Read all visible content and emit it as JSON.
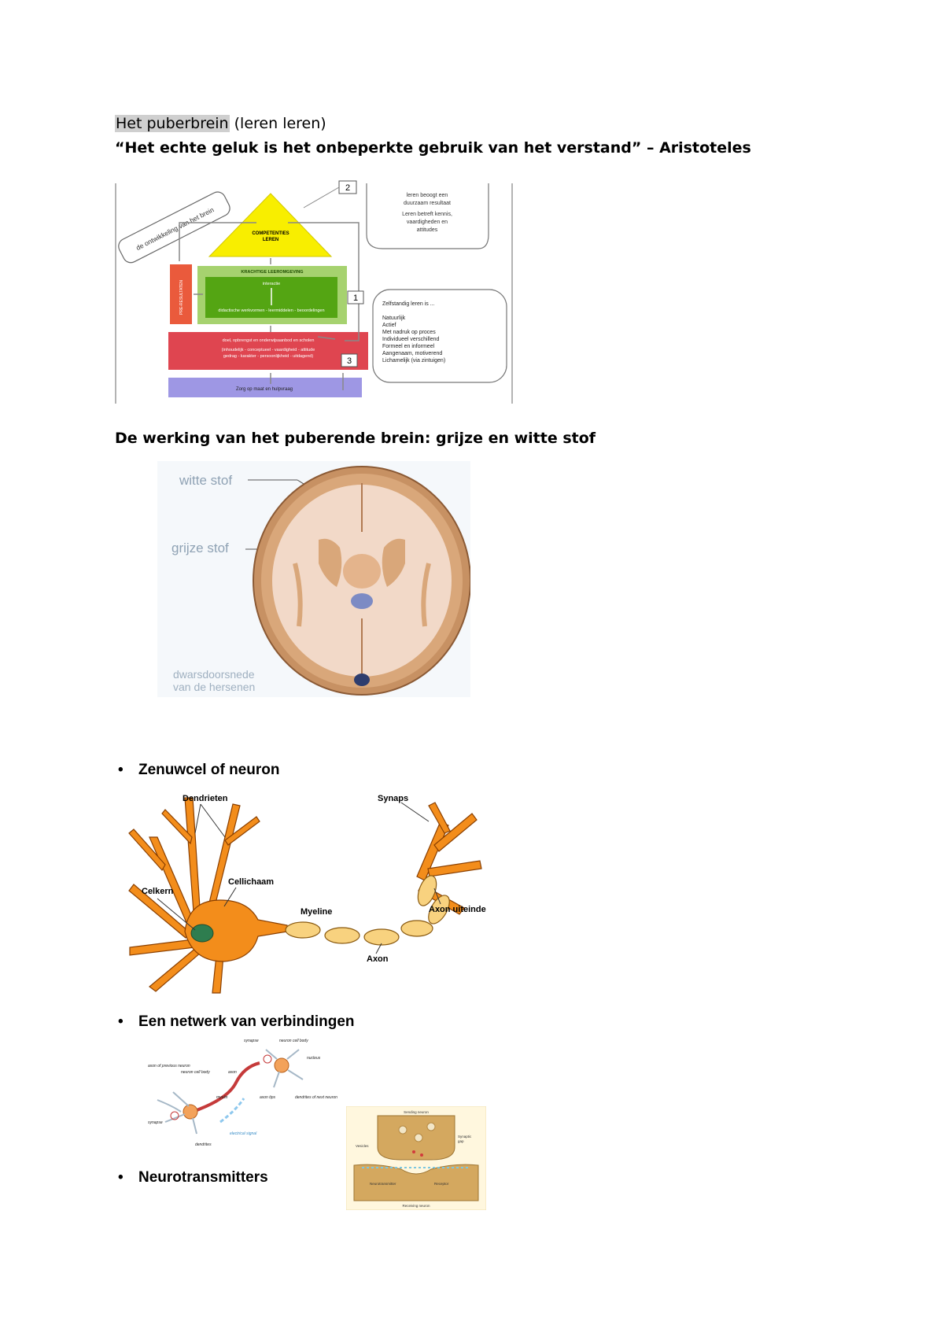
{
  "header": {
    "title_highlight": "Het puberbrein",
    "title_rest": " (leren leren)",
    "quote": "“Het echte geluk is het onbeperkte gebruik van het verstand” – Aristoteles"
  },
  "model": {
    "side_banner": "de ontwikkeling van het brein",
    "triangle": [
      "COMPETENTIES",
      "LEREN"
    ],
    "green_header": "KRACHTIGE LEEROMGEVING",
    "green_inner_top": "interactie",
    "green_inner_bottom": "didactische werkvormen - leermiddelen - beoordelingen",
    "red_vertical": "PRE-RESULTATEN",
    "red_line1": "doel, opbrengst en onderwijsaanbod en scholen",
    "red_line2": "(inhoudelijk - conceptueel - vaardigheid - attitude",
    "red_line3": "gedrag - karakter - persoonlijkheid - uitdagend)",
    "purple_label": "Zorg op maat en hulpvraag",
    "badge_1": "1",
    "badge_2": "2",
    "badge_3": "3",
    "callout_top": [
      "leren beoogt een",
      "duurzaam resultaat",
      "Leren betreft kennis,",
      "vaardigheden en",
      "attitudes"
    ],
    "callout_right_title": "Zelfstandig leren is ...",
    "callout_right_items": [
      "Natuurlijk",
      "Actief",
      "Met nadruk op proces",
      "Individueel verschillend",
      "Formeel en informeel",
      "Aangenaam, motiverend",
      "Lichamelijk (via zintuigen)"
    ]
  },
  "section_brain": {
    "heading": "De werking van het puberende brein: grijze en witte stof",
    "label_white": "witte stof",
    "label_grey": "grijze stof",
    "caption_1": "dwarsdoorsnede",
    "caption_2": "van de hersenen"
  },
  "section_neuron": {
    "bullet": "•",
    "heading": "Zenuwcel of neuron",
    "labels": {
      "dendrites": "Dendrieten",
      "synapse": "Synaps",
      "nucleus": "Celkern",
      "cell_body": "Cellichaam",
      "myelin": "Myeline",
      "axon_end": "Axon uiteinde",
      "axon": "Axon"
    }
  },
  "section_network": {
    "bullet": "•",
    "heading": "Een netwerk van verbindingen",
    "labels": {
      "synapse_top": "synapse",
      "neuron_cell_body_top": "neuron cell body",
      "nucleus": "nucleus",
      "axon_prev": "axon of previous neuron",
      "neuron_cell_body": "neuron cell body",
      "axon": "axon",
      "myelin": "myelin",
      "axon_tips": "axon tips",
      "dendrites_next": "dendrites of next neuron",
      "synapse_left": "synapse",
      "dendrites": "dendrites",
      "electrical_signal": "electrical signal"
    }
  },
  "section_transmitters": {
    "bullet": "•",
    "heading": "Neurotransmitters"
  },
  "synapse_figure": {
    "top_label": "Sending neuron",
    "left_label": "Vesicles",
    "right_label": "Synaptic",
    "right_label2": "gap",
    "bottom_left": "Neurotransmitter",
    "bottom_right": "Receptor",
    "caption": "Receiving neuron"
  }
}
